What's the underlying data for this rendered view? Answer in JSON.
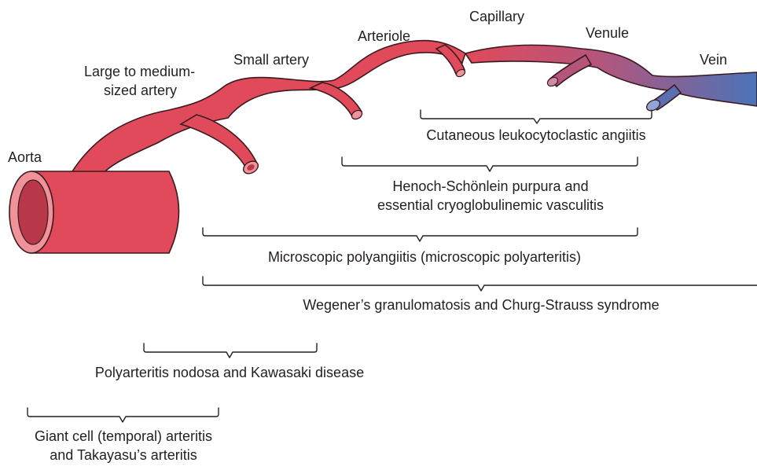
{
  "vessels": {
    "aorta": "Aorta",
    "large_medium_line1": "Large to medium-",
    "large_medium_line2": "sized artery",
    "small_artery": "Small artery",
    "arteriole": "Arteriole",
    "capillary": "Capillary",
    "venule": "Venule",
    "vein": "Vein"
  },
  "diseases": {
    "cutaneous": "Cutaneous leukocytoclastic angiitis",
    "hsp_line1": "Henoch-Schönlein purpura and",
    "hsp_line2": "essential cryoglobulinemic vasculitis",
    "mpa": "Microscopic polyangiitis (microscopic polyarteritis)",
    "wegener": "Wegener’s granulomatosis and Churg-Strauss syndrome",
    "pan": "Polyarteritis nodosa and Kawasaki disease",
    "gca_line1": "Giant cell (temporal) arteritis",
    "gca_line2": "and Takayasu’s arteritis"
  },
  "colors": {
    "artery": "#e04a5b",
    "artery_dark": "#b8384a",
    "artery_lumen_ring": "#f0929a",
    "vein": "#4a73b8",
    "outline": "#3a1a1e"
  }
}
